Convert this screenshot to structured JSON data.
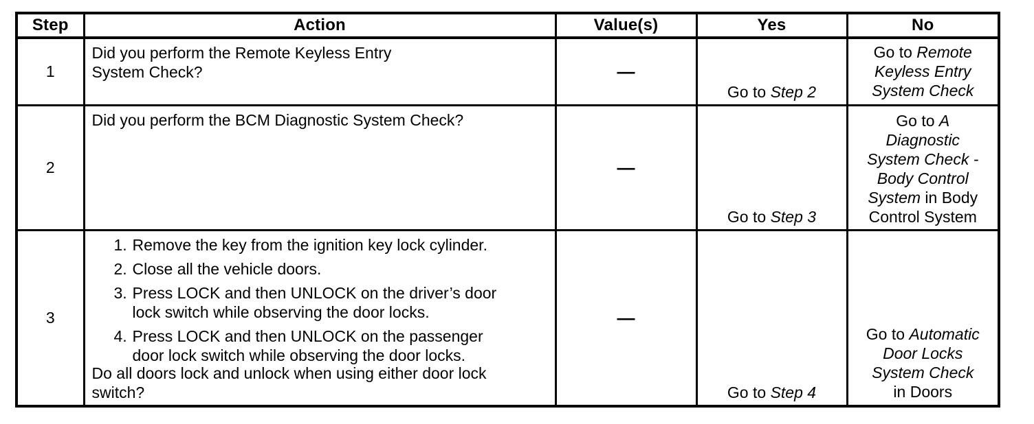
{
  "colors": {
    "background": "#ffffff",
    "text": "#000000",
    "border": "#000000"
  },
  "table": {
    "headers": [
      "Step",
      "Action",
      "Value(s)",
      "Yes",
      "No"
    ],
    "rows": [
      {
        "step": "1",
        "action_lines": [
          "Did you perform the Remote Keyless Entry",
          "System Check?"
        ],
        "value": "—",
        "yes": [
          {
            "t": "Go to "
          },
          {
            "t": "Step 2"
          }
        ],
        "no_lines": [
          [
            {
              "t": "Go to "
            },
            {
              "t": "Remote"
            }
          ],
          [
            {
              "t": "Keyless Entry"
            }
          ],
          [
            {
              "t": "System Check"
            }
          ]
        ]
      },
      {
        "step": "2",
        "action_lines": [
          "Did you perform the BCM Diagnostic System Check?"
        ],
        "value": "—",
        "yes": [
          {
            "t": "Go to "
          },
          {
            "t": "Step 3"
          }
        ],
        "no_lines": [
          [
            {
              "t": "Go to "
            },
            {
              "t": "A"
            }
          ],
          [
            {
              "t": "Diagnostic"
            }
          ],
          [
            {
              "t": "System Check -"
            }
          ],
          [
            {
              "t": "Body Control"
            }
          ],
          [
            {
              "t": "System"
            },
            {
              "t": " in Body"
            }
          ],
          [
            {
              "t": "Control System"
            }
          ]
        ]
      },
      {
        "step": "3",
        "action_list": [
          {
            "num": "1.",
            "lines": [
              "Remove the key from the ignition key lock cylinder."
            ]
          },
          {
            "num": "2.",
            "lines": [
              "Close all the vehicle doors."
            ]
          },
          {
            "num": "3.",
            "lines": [
              "Press LOCK and then UNLOCK on the driver’s door",
              "lock switch while observing the door locks."
            ]
          },
          {
            "num": "4.",
            "lines": [
              "Press LOCK and then UNLOCK on the passenger",
              "door lock switch while observing the door locks."
            ]
          }
        ],
        "action_question_lines": [
          "Do all doors lock and unlock when using either door lock",
          "switch?"
        ],
        "value": "—",
        "yes": [
          {
            "t": "Go to "
          },
          {
            "t": "Step 4"
          }
        ],
        "no_lines": [
          [
            {
              "t": "Go to "
            },
            {
              "t": "Automatic"
            }
          ],
          [
            {
              "t": "Door Locks"
            }
          ],
          [
            {
              "t": "System Check"
            }
          ],
          [
            {
              "t": "in Doors"
            }
          ]
        ]
      }
    ]
  }
}
